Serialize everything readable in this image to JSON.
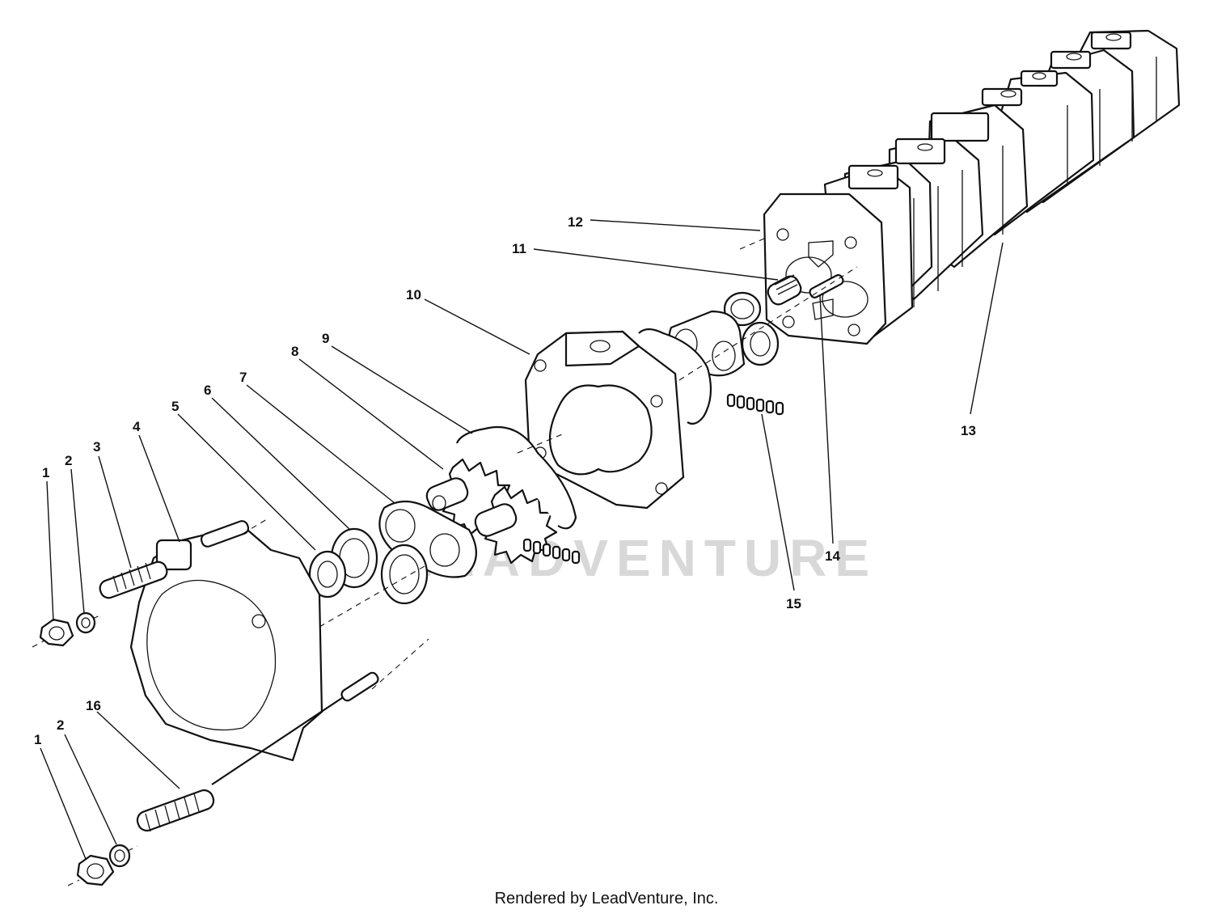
{
  "callouts": [
    {
      "id": "c1a",
      "label": "1"
    },
    {
      "id": "c2a",
      "label": "2"
    },
    {
      "id": "c3",
      "label": "3"
    },
    {
      "id": "c4",
      "label": "4"
    },
    {
      "id": "c5",
      "label": "5"
    },
    {
      "id": "c6",
      "label": "6"
    },
    {
      "id": "c7",
      "label": "7"
    },
    {
      "id": "c8",
      "label": "8"
    },
    {
      "id": "c9",
      "label": "9"
    },
    {
      "id": "c10",
      "label": "10"
    },
    {
      "id": "c11",
      "label": "11"
    },
    {
      "id": "c12",
      "label": "12"
    },
    {
      "id": "c13",
      "label": "13"
    },
    {
      "id": "c14",
      "label": "14"
    },
    {
      "id": "c15",
      "label": "15"
    },
    {
      "id": "c16",
      "label": "16"
    },
    {
      "id": "c1b",
      "label": "1"
    },
    {
      "id": "c2b",
      "label": "2"
    }
  ],
  "watermark": "LEADVENTURE",
  "credit": "Rendered by LeadVenture, Inc."
}
